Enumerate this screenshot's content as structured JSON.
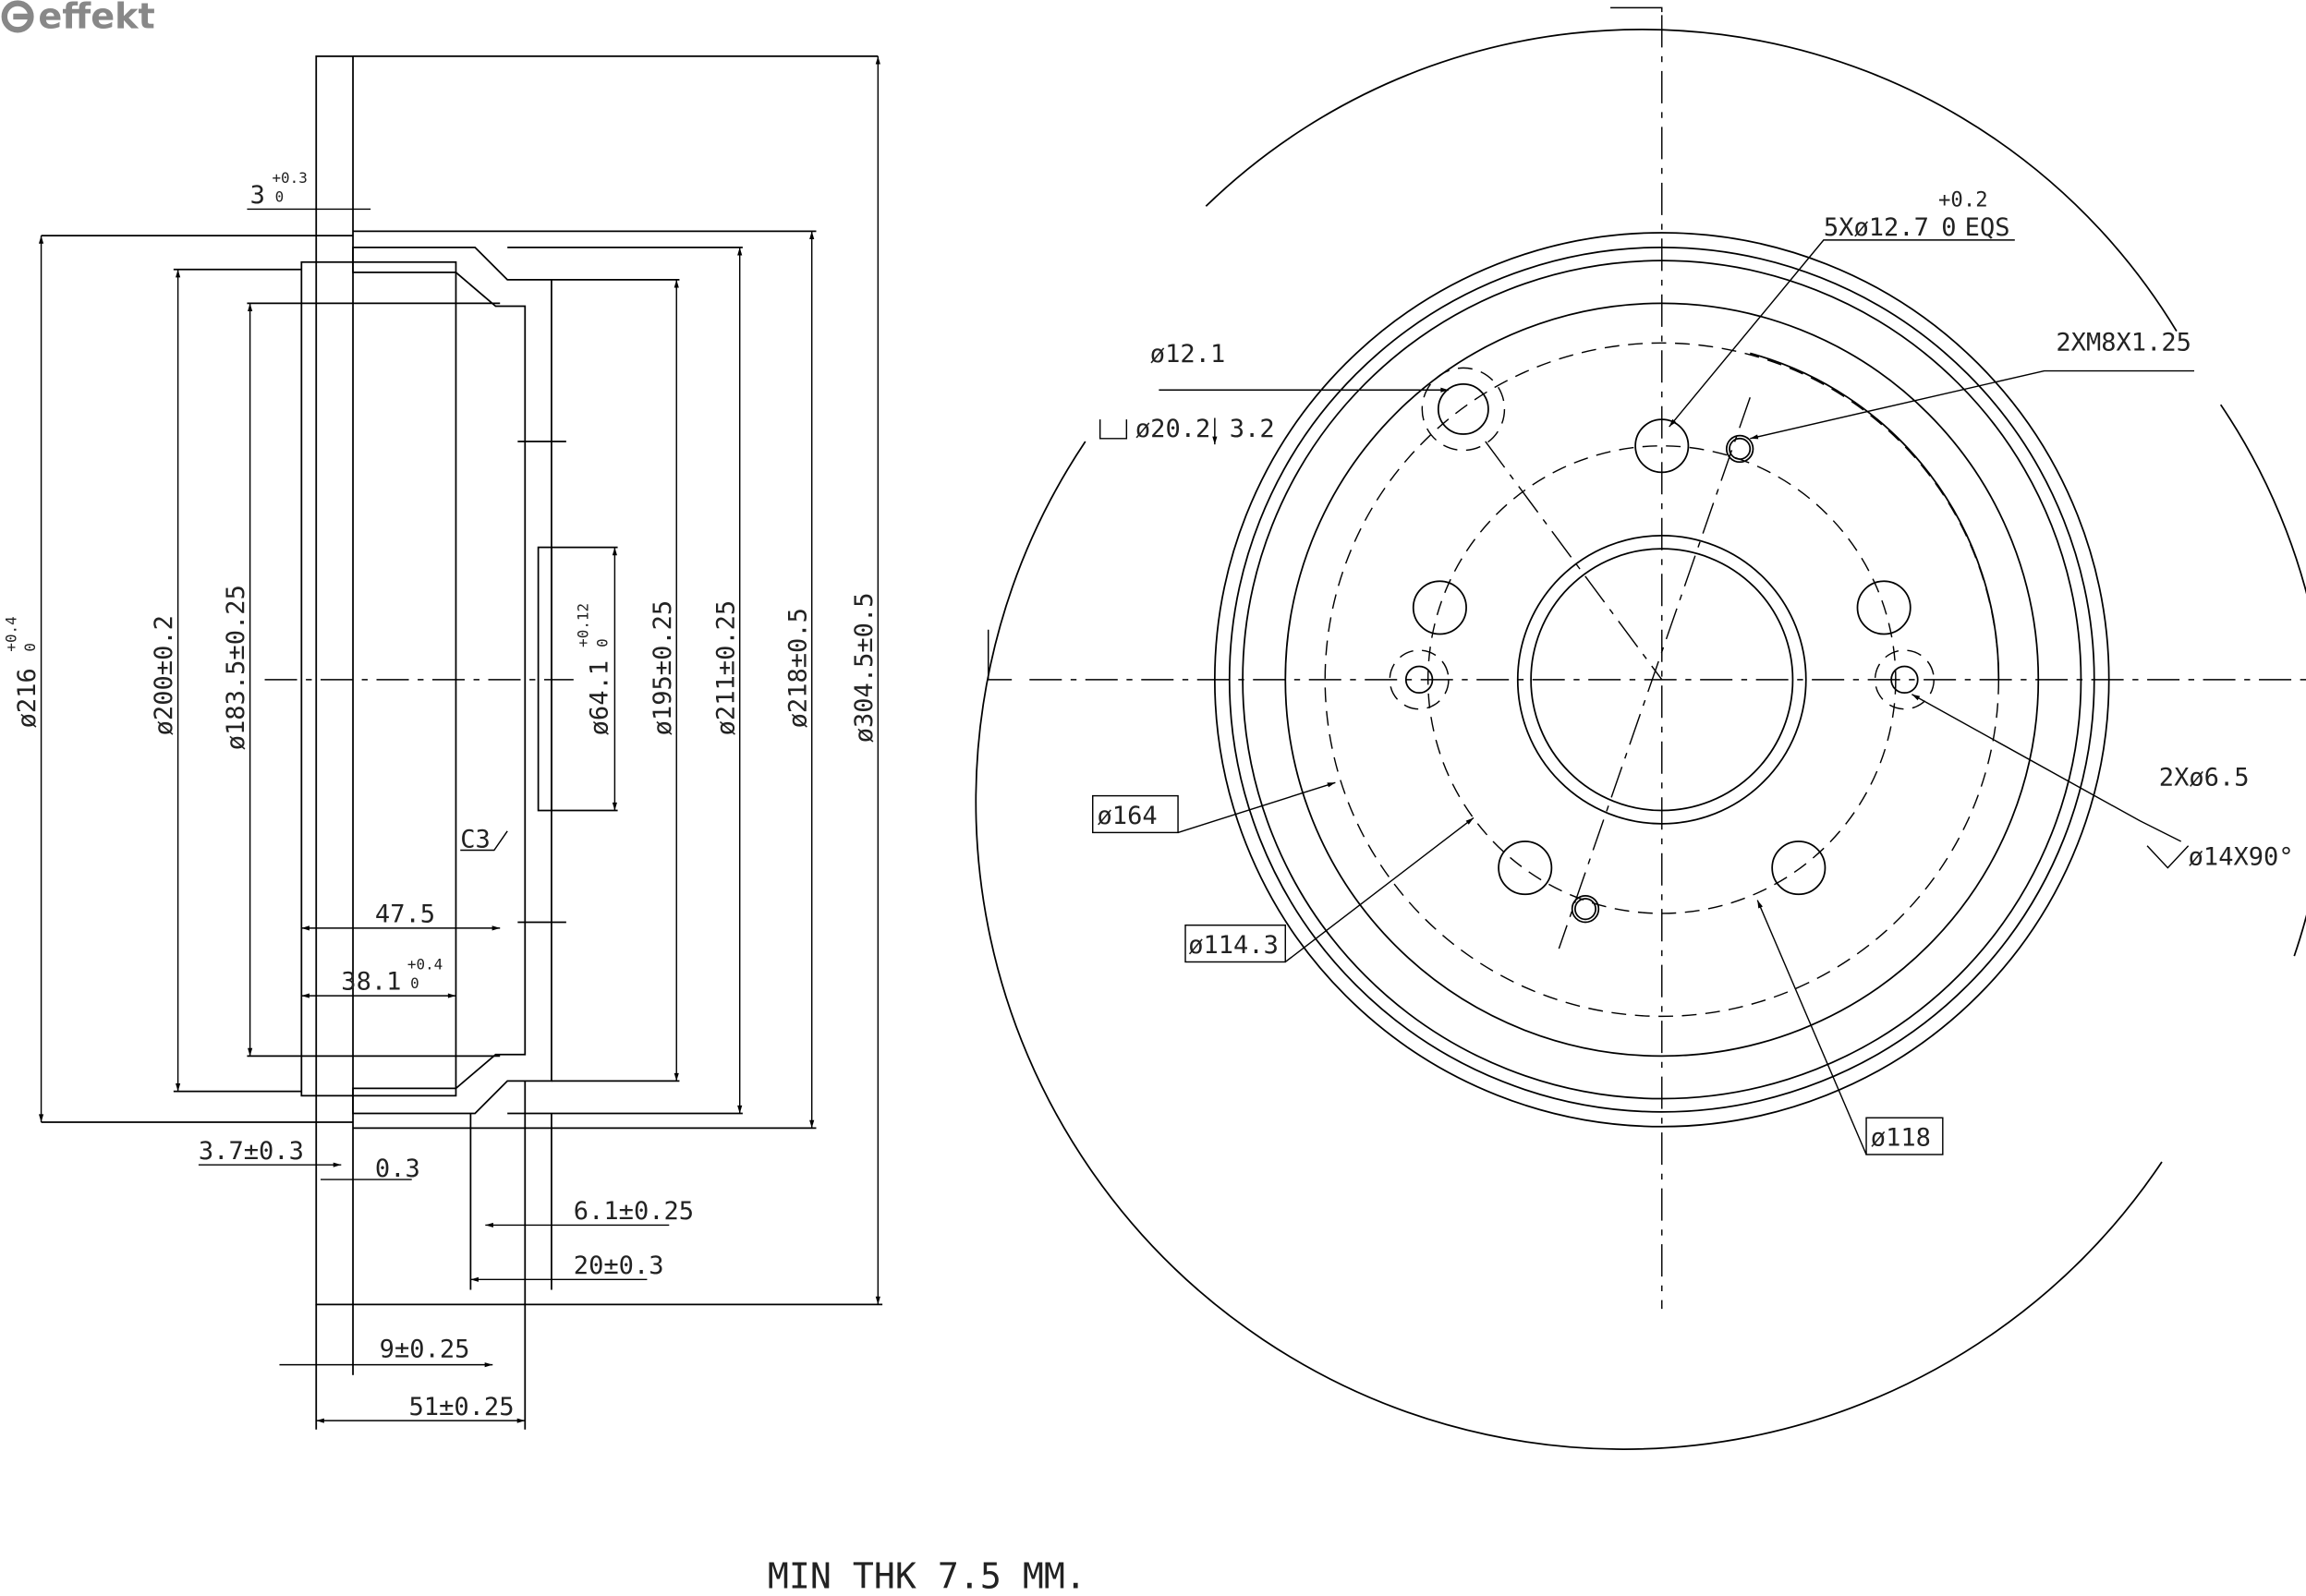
{
  "logo": "effekt",
  "side_view": {
    "dims": {
      "d216": "ø216",
      "d216_tol_up": "+0.4",
      "d216_tol_lo": "0",
      "d200": "ø200±0.2",
      "d183": "ø183.5±0.25",
      "d64": "ø64.1",
      "d64_tol_up": "+0.12",
      "d64_tol_lo": "0",
      "d195": "ø195±0.25",
      "d211": "ø211±0.25",
      "d218": "ø218±0.5",
      "d304": "ø304.5±0.5",
      "t3": "3",
      "t3_tol_up": "+0.3",
      "t3_tol_lo": "0",
      "c3": "C3",
      "w47": "47.5",
      "w38": "38.1",
      "w38_tol_up": "+0.4",
      "w38_tol_lo": "0",
      "w3_7": "3.7±0.3",
      "w0_3": "0.3",
      "w6_1": "6.1±0.25",
      "w20": "20±0.3",
      "w9": "9±0.25",
      "w51": "51±0.25"
    }
  },
  "front_view": {
    "labels": {
      "bolt_holes": "5Xø12.7",
      "bolt_tol_up": "+0.2",
      "bolt_tol_lo": "0",
      "bolt_eqs": "EQS",
      "thread": "2XM8X1.25",
      "d12_1": "ø12.1",
      "counterbore": "ø20.2",
      "counterbore_depth": "3.2",
      "d164": "ø164",
      "d114": "ø114.3",
      "d118": "ø118",
      "d6_5": "2Xø6.5",
      "csk": "ø14X90°"
    }
  },
  "note": "MIN THK 7.5 MM."
}
